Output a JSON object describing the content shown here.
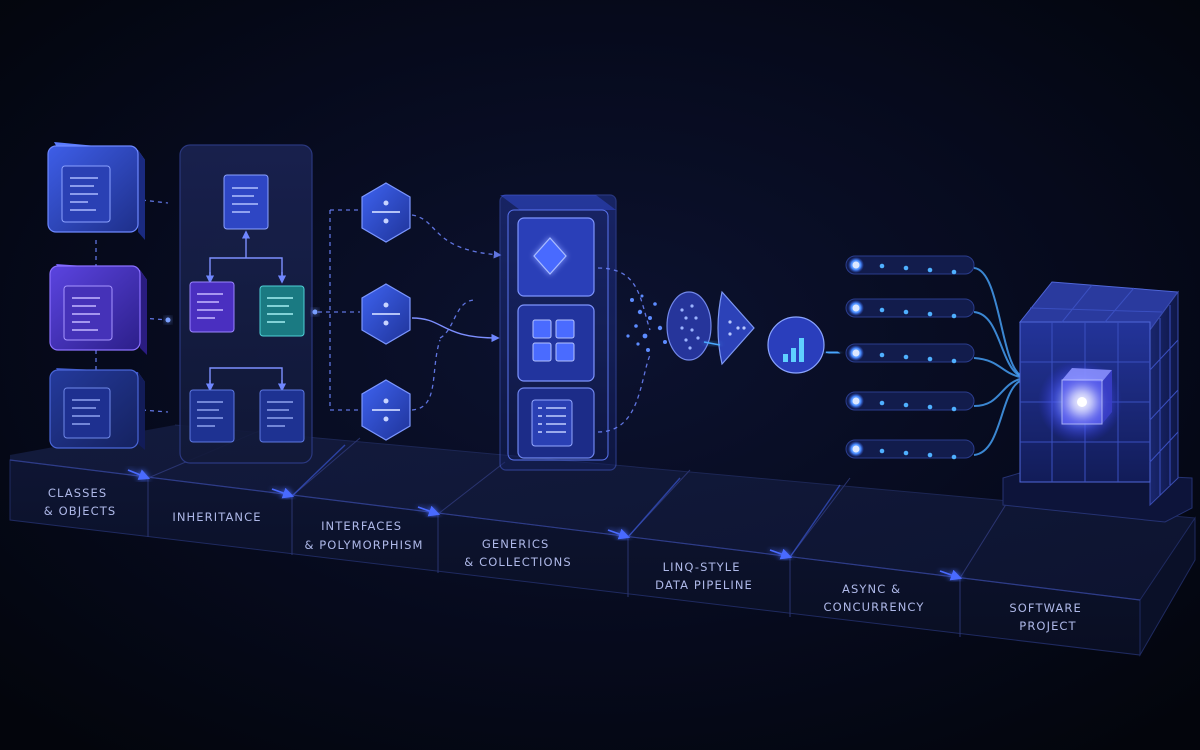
{
  "stages": [
    {
      "lines": [
        "CLASSES",
        "& OBJECTS"
      ]
    },
    {
      "lines": [
        "INHERITANCE"
      ]
    },
    {
      "lines": [
        "INTERFACES",
        "& POLYMORPHISM"
      ]
    },
    {
      "lines": [
        "GENERICS",
        "& COLLECTIONS"
      ]
    },
    {
      "lines": [
        "LINQ-STYLE",
        "DATA PIPELINE"
      ]
    },
    {
      "lines": [
        "ASYNC &",
        "CONCURRENCY"
      ]
    },
    {
      "lines": [
        "SOFTWARE",
        "PROJECT"
      ]
    }
  ],
  "colors": {
    "background": "#04060f",
    "accent_blue": "#3f5fe8",
    "accent_violet": "#5a3fd6",
    "accent_teal": "#1f8e8e",
    "glow": "#4aa8ff"
  }
}
